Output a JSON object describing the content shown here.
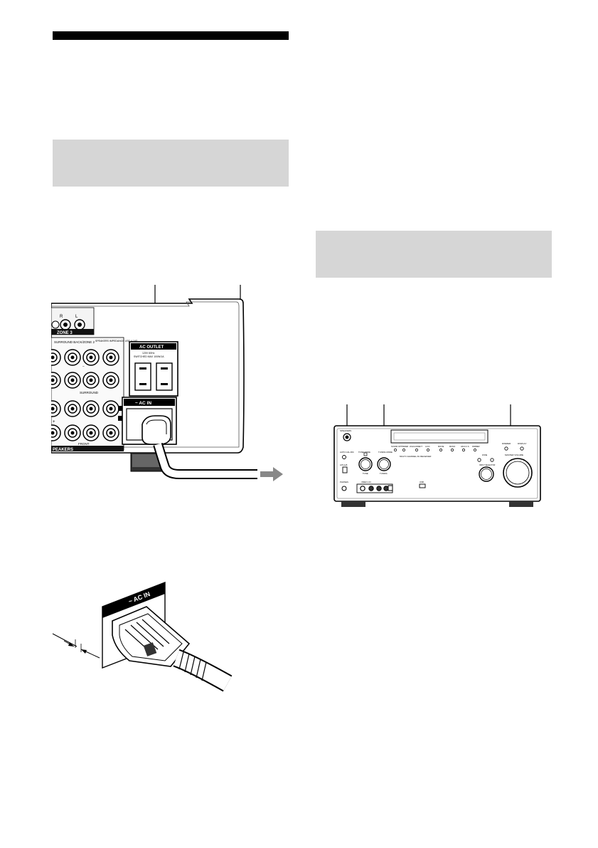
{
  "rear_panel": {
    "zone3_label": "ZONE 3",
    "speakers_label": "SPEAKERS IMPEDANCE USE 4-16Ω",
    "surround_back_label": "SURROUND BACK/ZONE 2",
    "surround_label": "SURROUND",
    "front_label": "FRONT",
    "speakers_partial": "PEAKERS",
    "ac_outlet_title": "AC OUTLET",
    "ac_outlet_spec1": "120V 60Hz",
    "ac_outlet_spec2": "SWITCHED MAX 100W/1A",
    "ac_in_label": "~ AC IN",
    "terminal_r": "R",
    "terminal_l": "L",
    "mark_plus": "+",
    "mark_minus": "−"
  },
  "plug_closeup": {
    "ac_in_label": "~ AC IN"
  },
  "front_panel": {
    "speakers_btn": "SPEAKERS",
    "auto_calibration": "AUTO CAL MIC",
    "tone_mode": "TONE MODE",
    "tone": "TONE",
    "tuning_mode": "TUNING MODE",
    "tuning": "TUNING",
    "input_selector": "INPUT SELECTOR",
    "master_volume": "MASTER VOLUME",
    "phones": "PHONES",
    "video2_in": "VIDEO 2 IN",
    "usb": "USB",
    "model_text": "MULTI CHANNEL AV RECEIVER",
    "sound_opt": "SOUND OPTIMIZER",
    "twochannel": "2CH/A.DIRECT",
    "multi_stereo": "A.F.D.",
    "movie": "MOVIE",
    "music": "MUSIC",
    "hd_dcs": "HD-D.C.S.",
    "dimmer": "DIMMER",
    "display": "DISPLAY",
    "zone_label": "ZONE",
    "speaker_ab": "A  B  A+B"
  }
}
